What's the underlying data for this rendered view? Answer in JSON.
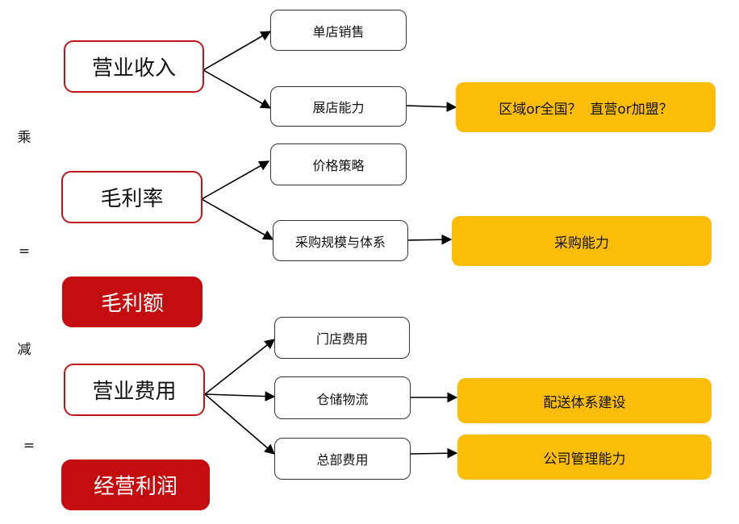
{
  "operators": {
    "multiply": "乘",
    "equals_1": "=",
    "minus": "减",
    "equals_2": "="
  },
  "main": {
    "revenue": "营业收入",
    "gross_margin_rate": "毛利率",
    "gross_profit": "毛利额",
    "operating_expense": "营业费用",
    "operating_profit": "经营利润"
  },
  "sub": {
    "single_store_sales": "单店销售",
    "expansion_ability": "展店能力",
    "pricing_strategy": "价格策略",
    "procurement_scale": "采购规模与体系",
    "store_expense": "门店费用",
    "warehouse_logistics": "仓储物流",
    "hq_expense": "总部费用"
  },
  "capabilities": {
    "region_or_direct": "区域or全国？  直营or加盟？",
    "procurement_ability": "采购能力",
    "distribution_system": "配送体系建设",
    "company_management": "公司管理能力"
  },
  "colors": {
    "accent_red": "#c30d0f",
    "border_red": "#c0151a",
    "capability_yellow": "#fbbd08"
  }
}
